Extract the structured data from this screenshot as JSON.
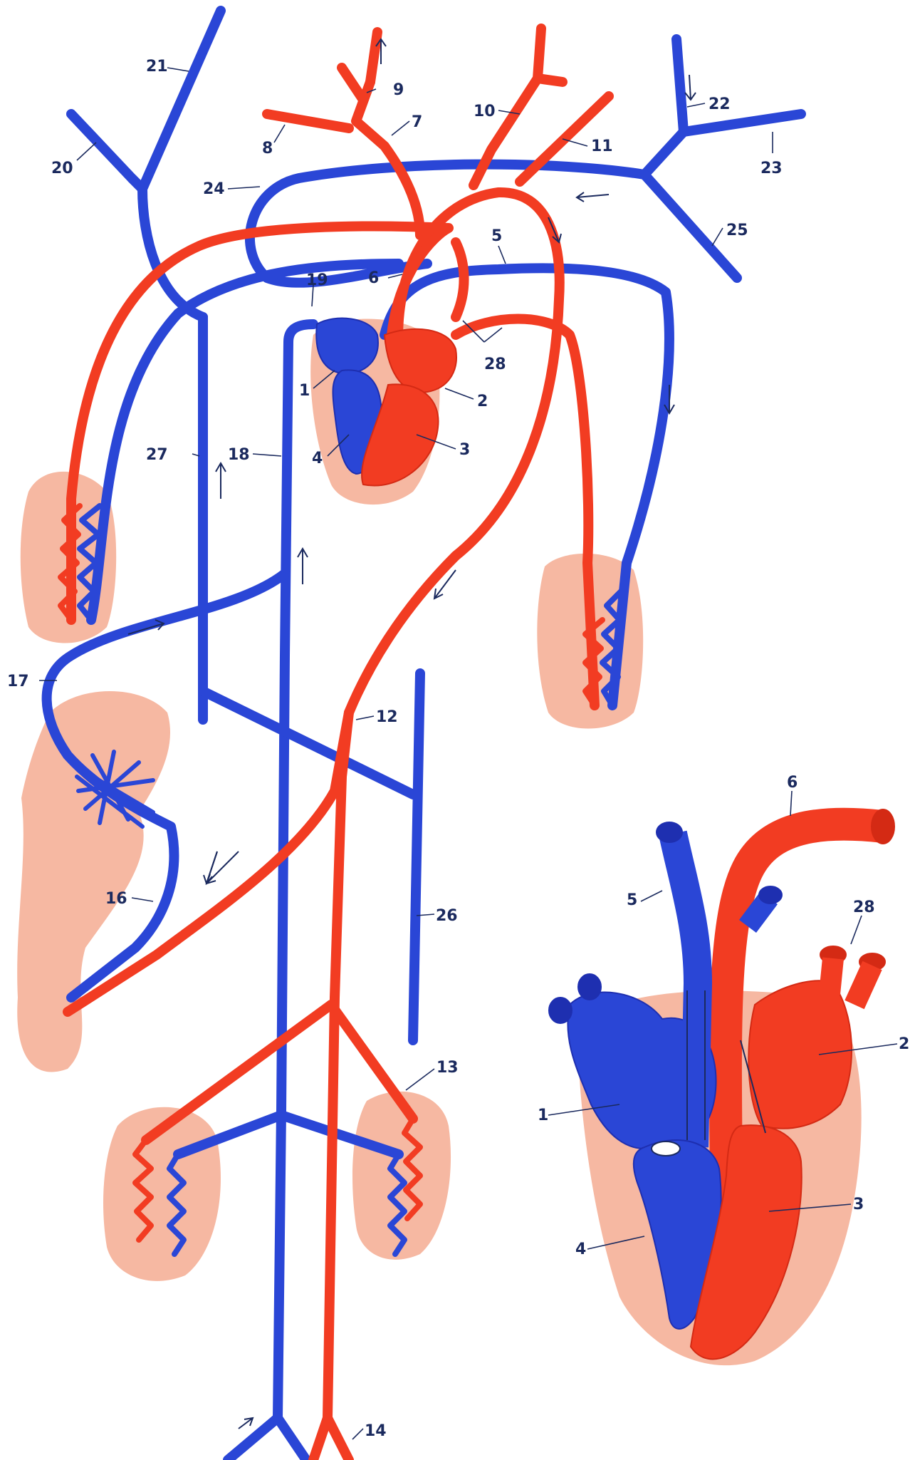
{
  "colors": {
    "artery": "#f23c22",
    "vein": "#2a46d6",
    "vein_dark": "#1e2fb0",
    "organ": "#f6b8a2",
    "organ_dark": "#f2a184",
    "label": "#1b2a5e",
    "background": "#ffffff"
  },
  "labels": {
    "l1_top": "1",
    "l2_top": "2",
    "l3_top": "3",
    "l4_top": "4",
    "l5_top": "5",
    "l6_top": "6",
    "l7": "7",
    "l8": "8",
    "l9": "9",
    "l10": "10",
    "l11": "11",
    "l12": "12",
    "l13": "13",
    "l14": "14",
    "l16": "16",
    "l17": "17",
    "l18": "18",
    "l19": "19",
    "l20": "20",
    "l21": "21",
    "l22": "22",
    "l23": "23",
    "l24": "24",
    "l25": "25",
    "l26": "26",
    "l27": "27",
    "l28_top": "28",
    "l1_heart": "1",
    "l2_heart": "2",
    "l3_heart": "3",
    "l4_heart": "4",
    "l5_heart": "5",
    "l6_heart": "6",
    "l28_heart": "28"
  }
}
